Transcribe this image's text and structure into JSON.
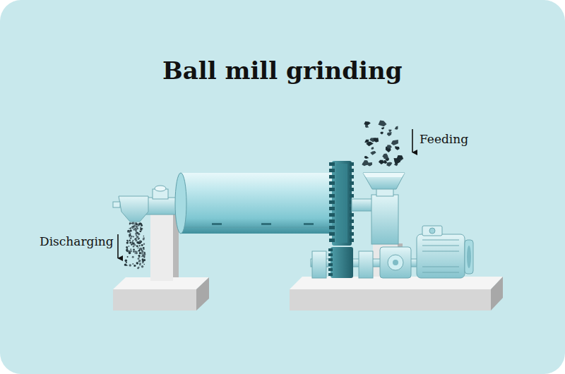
{
  "diagram": {
    "title": "Ball mill grinding",
    "labels": [
      "Feeding",
      "Discharging"
    ]
  }
}
